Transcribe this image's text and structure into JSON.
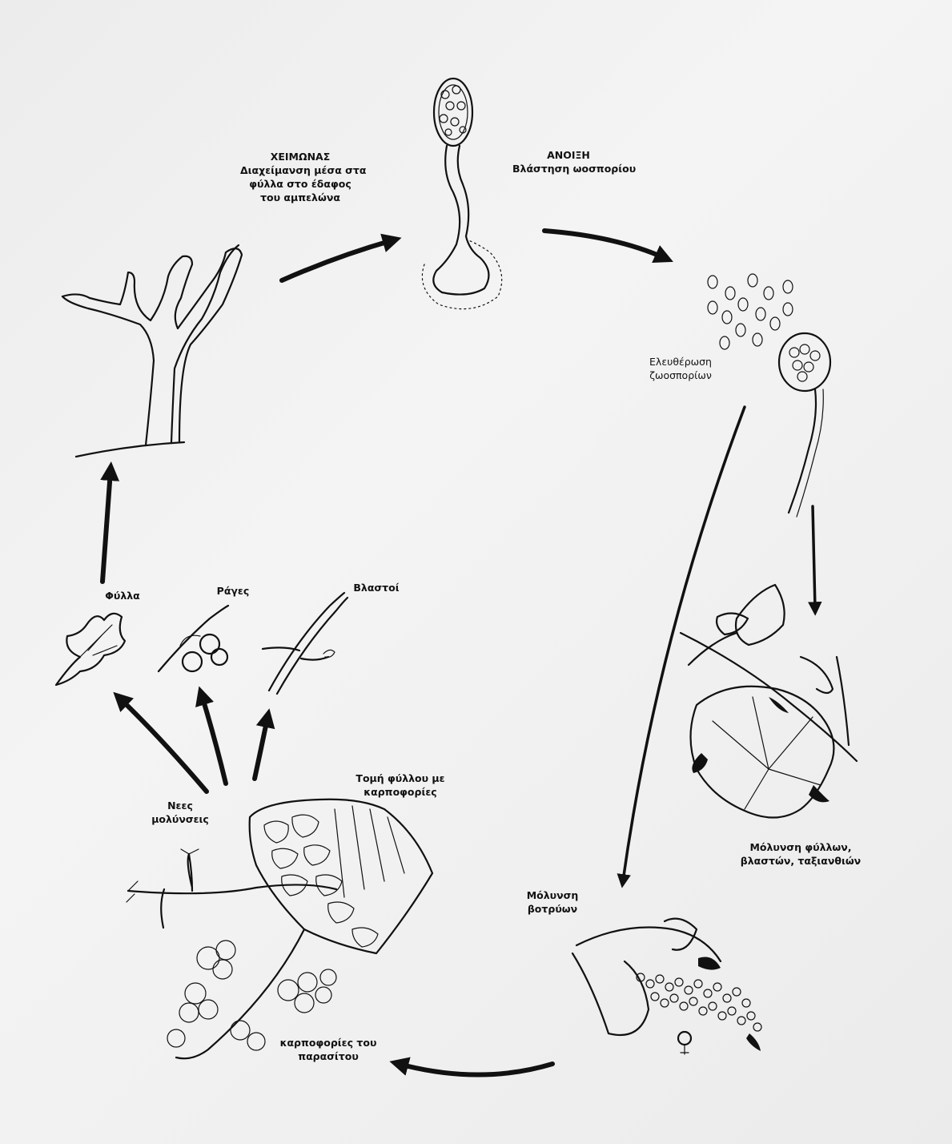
{
  "labels": {
    "winter_title": "ΧΕΙΜΩΝΑΣ",
    "winter_desc_1": "Διαχείμανση μέσα στα",
    "winter_desc_2": "φύλλα στο έδαφος",
    "winter_desc_3": "του αμπελώνα",
    "spring_title": "ΑΝΟΙΞΗ",
    "spring_desc": "Βλάστηση ωοσπορίου",
    "zoospore_1": "Ελευθέρωση",
    "zoospore_2": "ζωοσπορίων",
    "leaf_infection_1": "Μόλυνση φύλλων,",
    "leaf_infection_2": "βλαστών, ταξιανθιών",
    "bunch_infection_1": "Μόλυνση",
    "bunch_infection_2": "βοτρύων",
    "fruiting_1": "καρποφορίες του",
    "fruiting_2": "παρασίτου",
    "leaf_section_1": "Τομή φύλλου με",
    "leaf_section_2": "καρποφορίες",
    "new_infections_1": "Νεες",
    "new_infections_2": "μολύνσεις",
    "leaves": "Φύλλα",
    "berries": "Ράγες",
    "shoots": "Βλαστοί"
  },
  "colors": {
    "ink": "#111111",
    "paper": "#efefef"
  }
}
